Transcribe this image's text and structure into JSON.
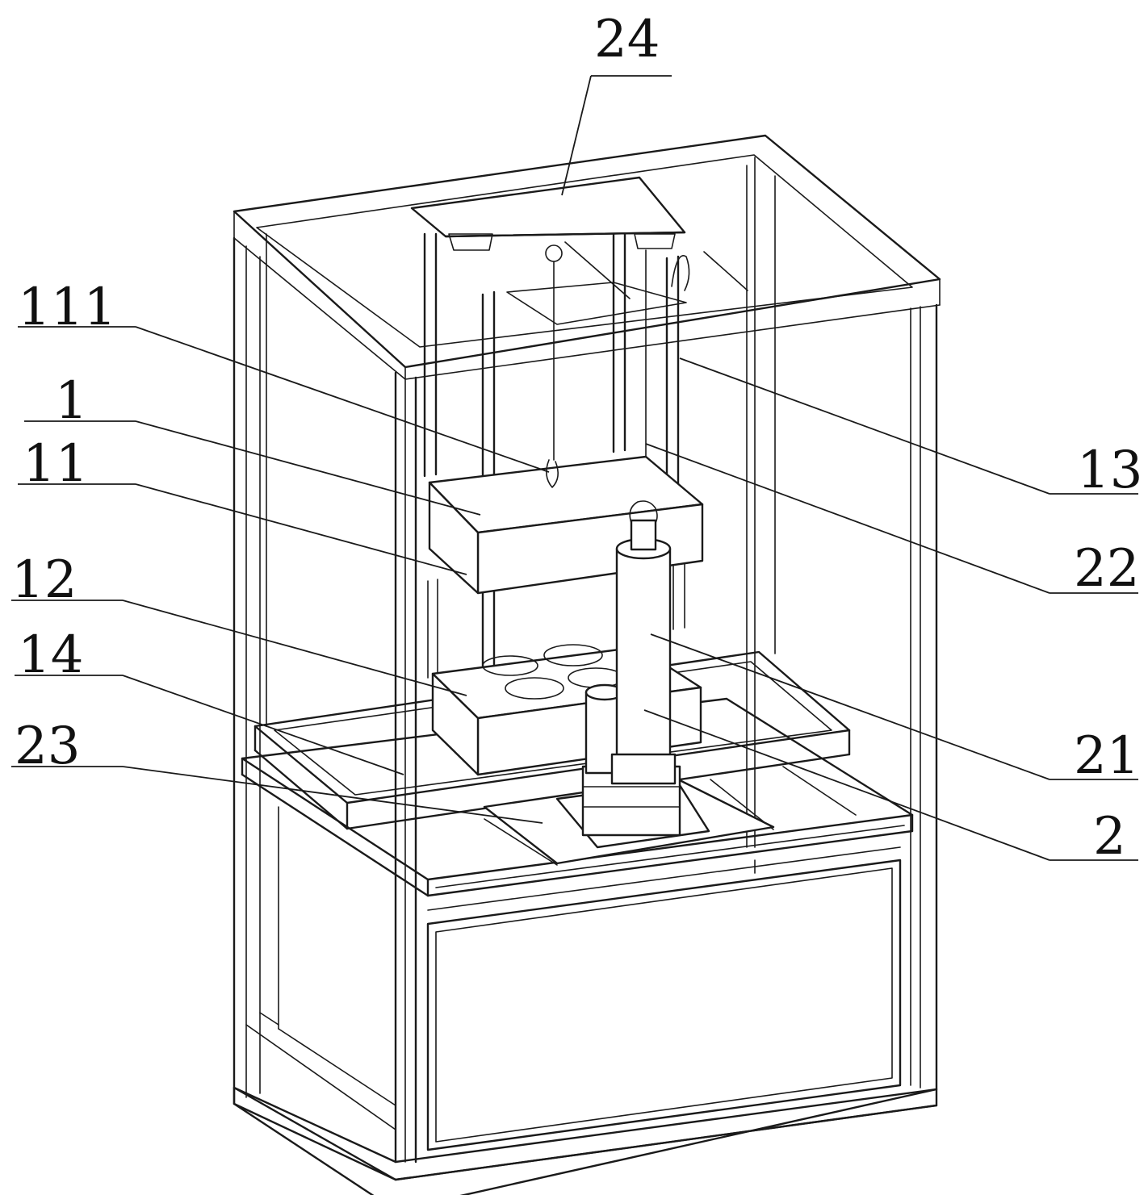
{
  "labels": {
    "l24": "24",
    "l111": "111",
    "l1": "1",
    "l11": "11",
    "l12": "12",
    "l14": "14",
    "l23": "23",
    "l13": "13",
    "l22": "22",
    "l21": "21",
    "l2": "2"
  }
}
